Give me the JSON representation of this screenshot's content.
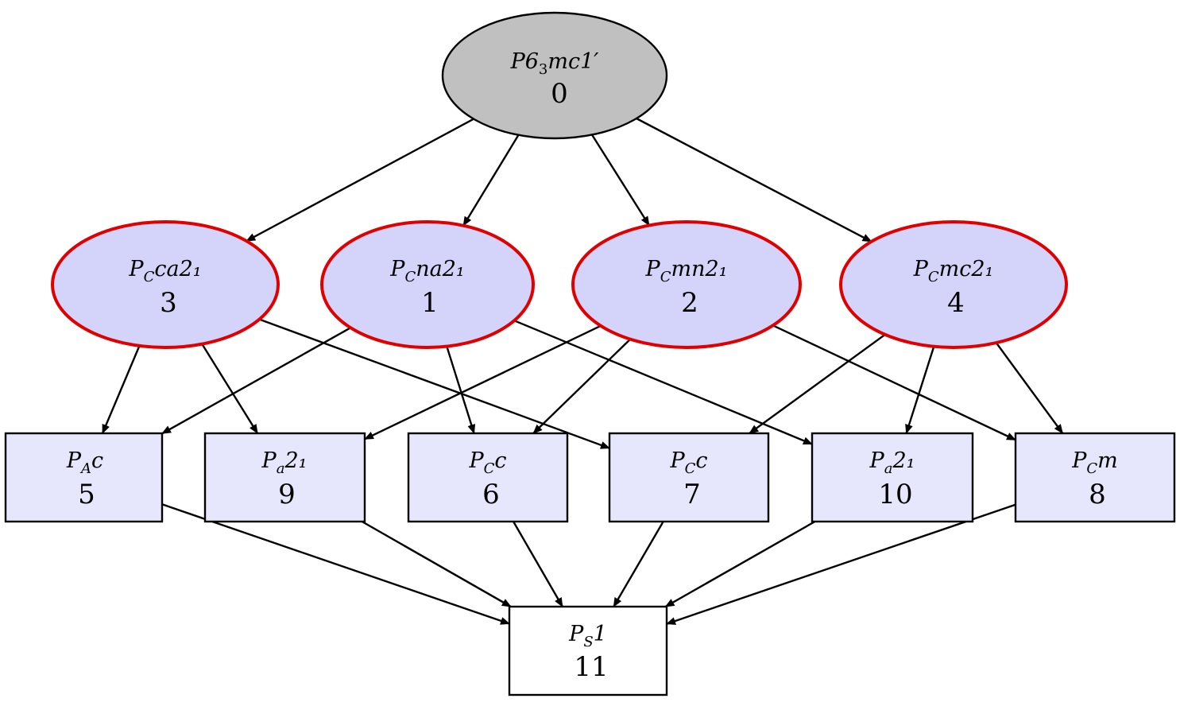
{
  "colors": {
    "root_fill": "#c0c0c0",
    "highlight_fill": "#d4d4fb",
    "highlight_stroke": "#e00000",
    "box_fill": "#e6e6fc",
    "leaf_fill": "#ffffff",
    "edge": "#000000"
  },
  "nodes": {
    "n0": {
      "group": "P6",
      "sub": "3",
      "rest": "mc1′",
      "id": "0"
    },
    "n3": {
      "group": "P",
      "sub": "C",
      "rest": "ca2₁",
      "id": "3"
    },
    "n1": {
      "group": "P",
      "sub": "C",
      "rest": "na2₁",
      "id": "1"
    },
    "n2": {
      "group": "P",
      "sub": "C",
      "rest": "mn2₁",
      "id": "2"
    },
    "n4": {
      "group": "P",
      "sub": "C",
      "rest": "mc2₁",
      "id": "4"
    },
    "n5": {
      "group": "P",
      "sub": "A",
      "rest": "c",
      "id": "5"
    },
    "n9": {
      "group": "P",
      "sub": "a",
      "rest": "2₁",
      "id": "9"
    },
    "n6": {
      "group": "P",
      "sub": "C",
      "rest": "c",
      "id": "6"
    },
    "n7": {
      "group": "P",
      "sub": "C",
      "rest": "c",
      "id": "7"
    },
    "n10": {
      "group": "P",
      "sub": "a",
      "rest": "2₁",
      "id": "10"
    },
    "n8": {
      "group": "P",
      "sub": "C",
      "rest": "m",
      "id": "8"
    },
    "n11": {
      "group": "P",
      "sub": "S",
      "rest": "1",
      "id": "11"
    }
  },
  "edges": [
    [
      "n0",
      "n3"
    ],
    [
      "n0",
      "n1"
    ],
    [
      "n0",
      "n2"
    ],
    [
      "n0",
      "n4"
    ],
    [
      "n3",
      "n5"
    ],
    [
      "n3",
      "n9"
    ],
    [
      "n3",
      "n7"
    ],
    [
      "n1",
      "n5"
    ],
    [
      "n1",
      "n6"
    ],
    [
      "n1",
      "n10"
    ],
    [
      "n2",
      "n9"
    ],
    [
      "n2",
      "n6"
    ],
    [
      "n2",
      "n8"
    ],
    [
      "n4",
      "n7"
    ],
    [
      "n4",
      "n10"
    ],
    [
      "n4",
      "n8"
    ],
    [
      "n5",
      "n11"
    ],
    [
      "n9",
      "n11"
    ],
    [
      "n6",
      "n11"
    ],
    [
      "n7",
      "n11"
    ],
    [
      "n10",
      "n11"
    ],
    [
      "n8",
      "n11"
    ]
  ]
}
